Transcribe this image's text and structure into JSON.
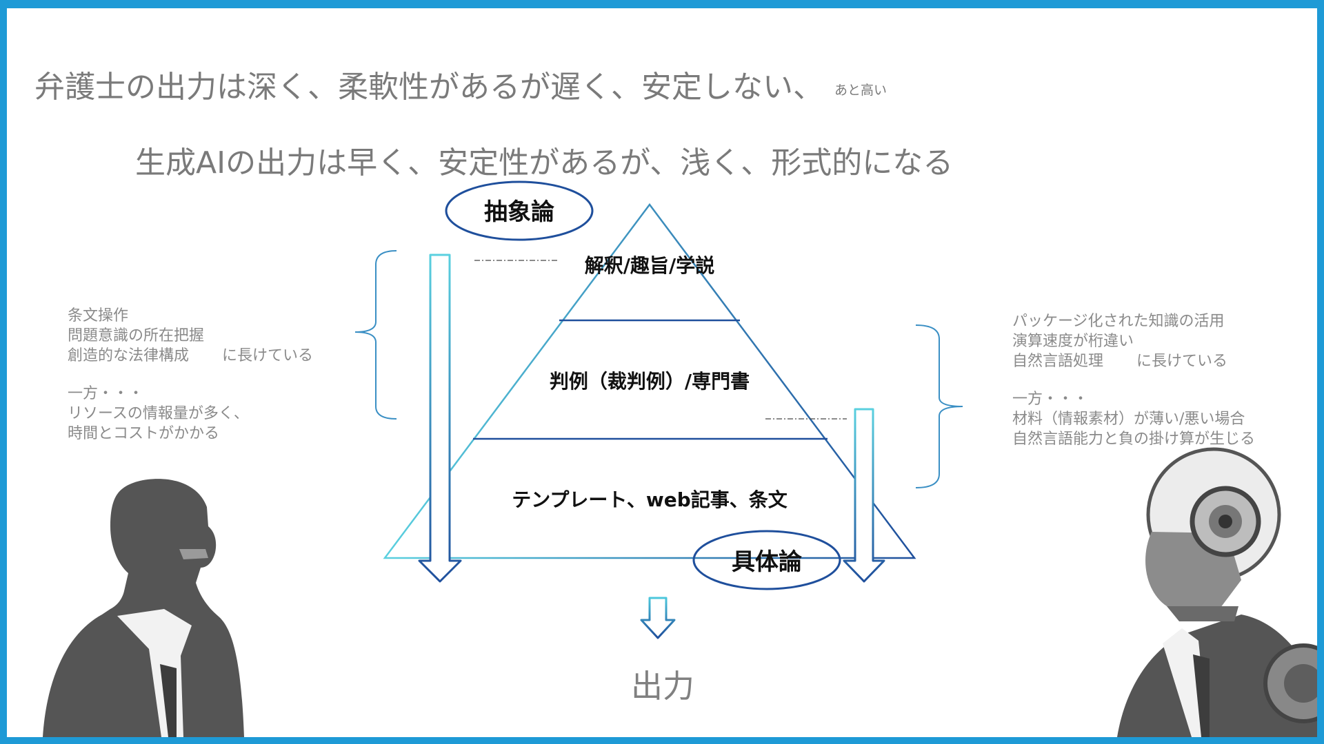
{
  "headline": {
    "lawyer": "弁護士の出力は深く、柔軟性があるが遅く、安定しない、",
    "lawyer_note": "あと高い",
    "ai": "生成AIの出力は早く、安定性があるが、浅く、形式的になる"
  },
  "pyramid": {
    "top_badge": "抽象論",
    "bottom_badge": "具体論",
    "tiers": [
      {
        "label": "解釈/趣旨/学説"
      },
      {
        "label": "判例（裁判例）/専門書"
      },
      {
        "label": "テンプレート、web記事、条文"
      }
    ],
    "output_label": "出力"
  },
  "lawyer_panel": {
    "strengths": [
      "条文操作",
      "問題意識の所在把握",
      "創造的な法律構成"
    ],
    "strength_suffix": "に長けている",
    "weakness_intro": "一方・・・",
    "weaknesses": [
      "リソースの情報量が多く、",
      "時間とコストがかかる"
    ]
  },
  "ai_panel": {
    "strengths": [
      "パッケージ化された知識の活用",
      "演算速度が桁違い",
      "自然言語処理"
    ],
    "strength_suffix": "に長けている",
    "weakness_intro": "一方・・・",
    "weaknesses": [
      "材料（情報素材）が薄い/悪い場合",
      "自然言語能力と負の掛け算が生じる"
    ]
  },
  "colors": {
    "frame": "#1e9ad6",
    "pyramid_light": "#5ad0df",
    "pyramid_dark": "#1f4f9c",
    "text_gray": "#7a7a7a",
    "figure": "#555555"
  }
}
